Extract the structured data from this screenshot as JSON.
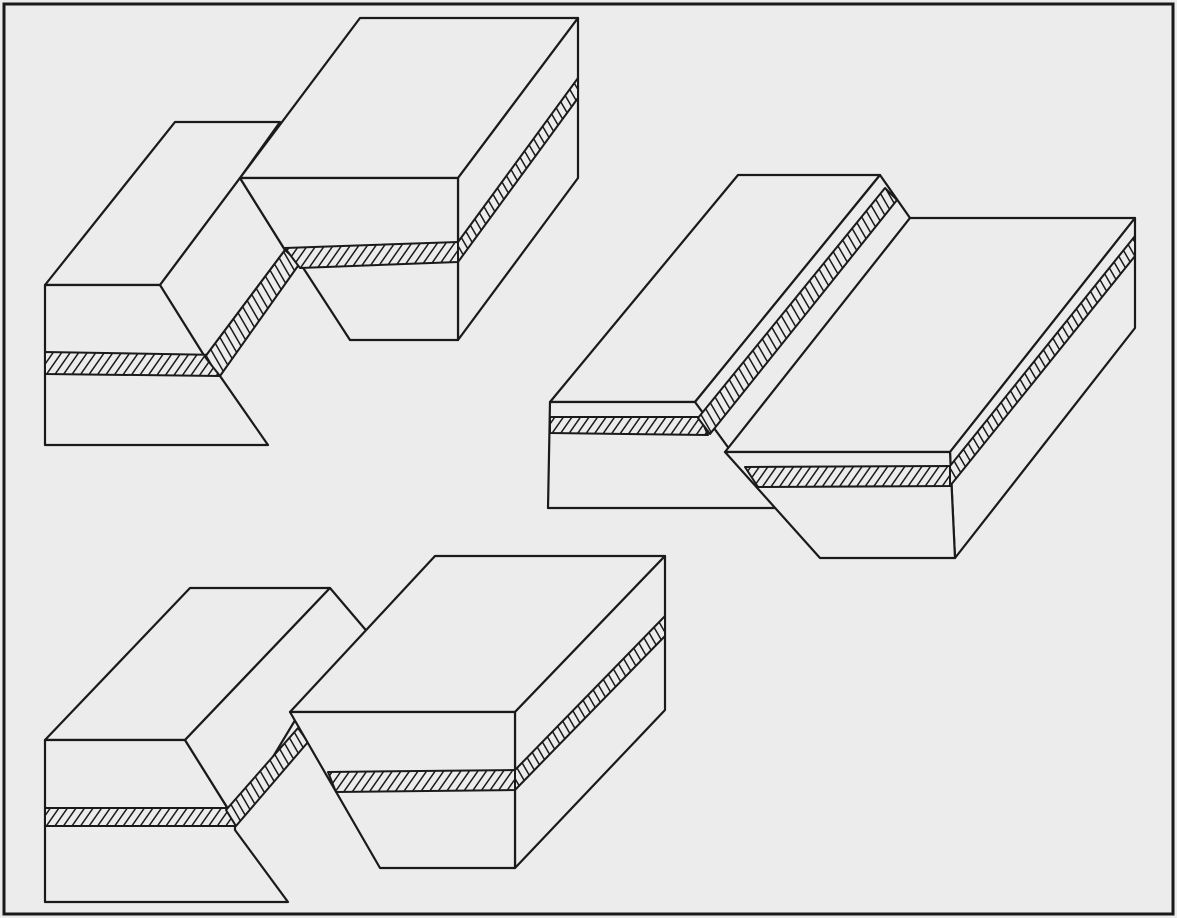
{
  "figure": {
    "colors": {
      "background": "#ececec",
      "frame": "#1a1a1a",
      "line": "#1a1a1a",
      "hatch": "#1a1a1a"
    },
    "panels": [
      {
        "id": "block-diagram-1",
        "blocks": 2
      },
      {
        "id": "block-diagram-2",
        "blocks": 2
      },
      {
        "id": "block-diagram-3",
        "blocks": 2
      }
    ]
  }
}
